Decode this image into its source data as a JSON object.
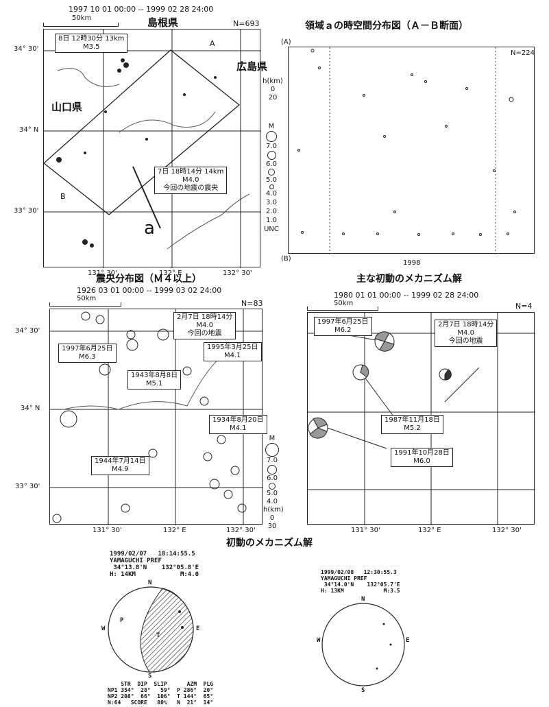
{
  "map1": {
    "period": "1997 10 01 00:00 -- 1999 02 28 24:00",
    "scale": "50km",
    "count": "N=693",
    "labels": {
      "shimane": "島根県",
      "hiroshima": "広島県",
      "yamaguchi": "山口県",
      "a": "a",
      "A": "A",
      "B": "B"
    },
    "lat": [
      "34° 30'",
      "34° N",
      "33° 30'"
    ],
    "lon": [
      "131° 30'",
      "132° E",
      "132° 30'"
    ],
    "box1": [
      "8日 12時30分 13km",
      "M3.5"
    ],
    "box2": [
      "7日 18時14分 14km",
      "M4.0",
      "今回の地震の震央"
    ],
    "depth_legend": [
      "h(km)",
      "0",
      "20"
    ],
    "mag_legend": [
      "M",
      "7.0",
      "6.0",
      "5.0",
      "4.0",
      "3.0",
      "2.0",
      "1.0",
      "UNC"
    ]
  },
  "timespace": {
    "title": "領域ａの時空間分布図（Ａ－Ｂ断面）",
    "count": "N=224",
    "top": "(A)",
    "bottom": "(B)",
    "year": "1998"
  },
  "map2": {
    "title": "震央分布図（Ｍ４以上）",
    "period": "1926 03 01 00:00 -- 1999 03 02 24:00",
    "scale": "50km",
    "count": "N=83",
    "lat": [
      "34° 30'",
      "34° N",
      "33° 30'"
    ],
    "lon": [
      "131° 30'",
      "132° E",
      "132° 30'"
    ],
    "boxes": [
      [
        "2月7日 18時14分",
        "M4.0",
        "今回の地震"
      ],
      [
        "1997年6月25日",
        "M6.3"
      ],
      [
        "1995年3月25日",
        "M4.1"
      ],
      [
        "1943年8月8日",
        "M5.1"
      ],
      [
        "1934年8月20日",
        "M4.1"
      ],
      [
        "1944年7月14日",
        "M4.9"
      ]
    ],
    "mag_legend": [
      "M",
      "7.0",
      "6.0",
      "5.0",
      "4.0"
    ],
    "depth_legend": [
      "h(km)",
      "0",
      "30"
    ]
  },
  "map3": {
    "title": "主な初動のメカニズム解",
    "period": "1980 01 01 00:00 -- 1999 02 28 24:00",
    "scale": "50km",
    "count": "N=4",
    "lon": [
      "131° 30'",
      "132° E",
      "132° 30'"
    ],
    "boxes": [
      [
        "1997年6月25日",
        "M6.2"
      ],
      [
        "2月7日 18時14分",
        "M4.0",
        "今回の地震"
      ],
      [
        "1987年11月18日",
        "M5.2"
      ],
      [
        "1991年10月28日",
        "M6.0"
      ]
    ]
  },
  "mechanism": {
    "title": "初動のメカニズム解",
    "sol1": {
      "lines": [
        "1999/02/07   18:14:55.5",
        "YAMAGUCHI PREF",
        " 34°13.8'N    132°05.8'E",
        "H: 14KM            M:4.0"
      ],
      "dirs": [
        "N",
        "E",
        "S",
        "W",
        "P",
        "T"
      ],
      "table": [
        "    STR  DIP  SLIP      AZM  PLG",
        "NP1 354°  28°   59°  P 286°  20°",
        "NP2 208°  66°  106°  T 144°  65°",
        "N:64   SCORE   80%   N  21°  14°"
      ]
    },
    "sol2": {
      "lines": [
        "1999/02/08   12:30:55.3",
        "YAMAGUCHI PREF",
        " 34°14.0'N    132°05.7'E",
        "H: 13KM            M:3.5"
      ],
      "dirs": [
        "N",
        "E",
        "S",
        "W"
      ]
    }
  }
}
